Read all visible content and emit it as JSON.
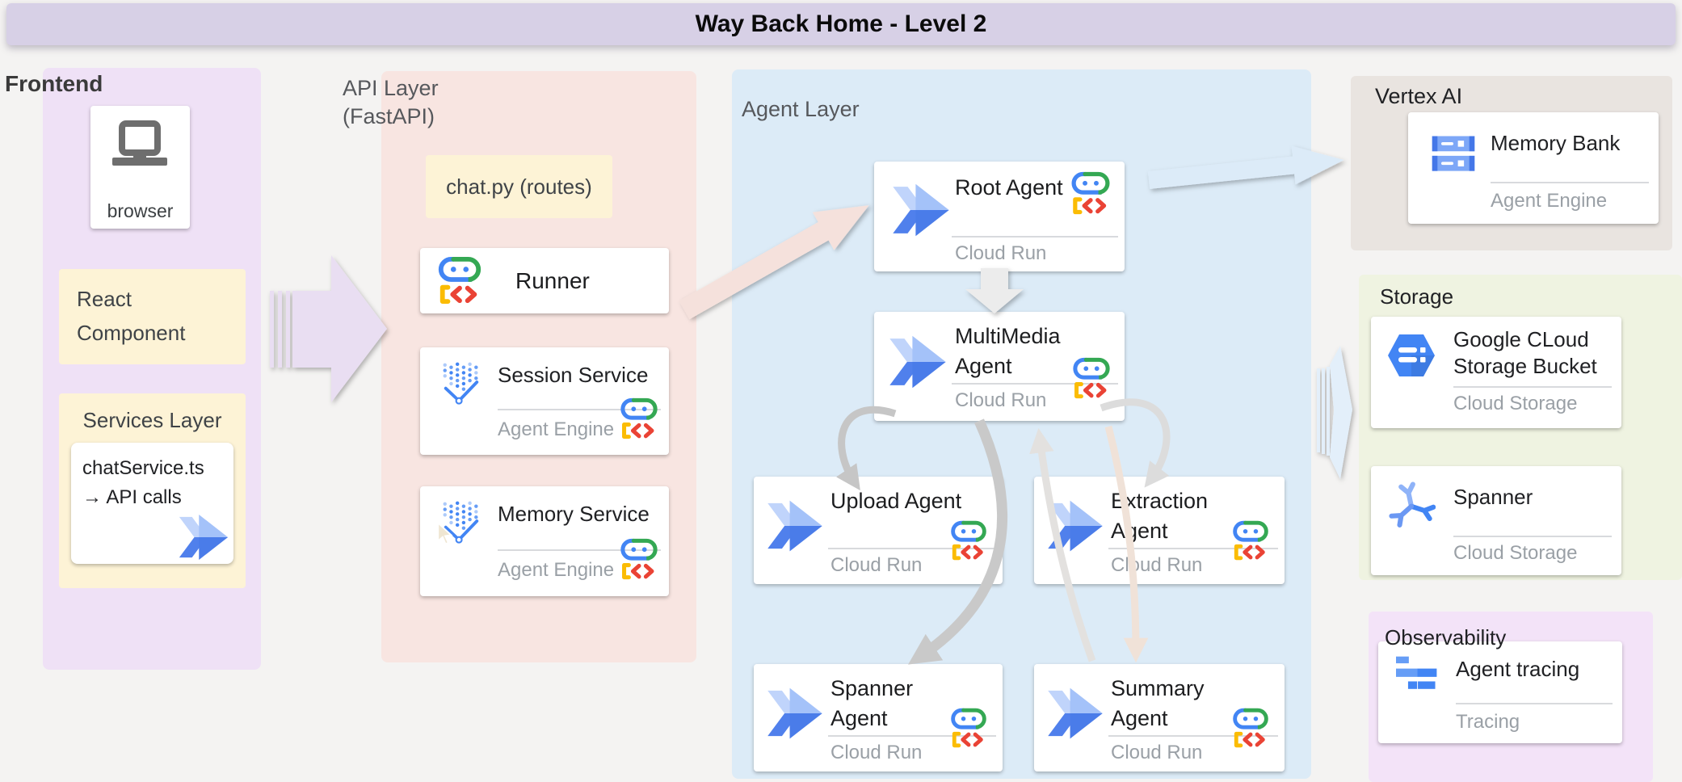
{
  "title_bar": {
    "title": "Way Back Home - Level 2"
  },
  "frontend": {
    "label": "Frontend",
    "browser": {
      "label": "browser"
    },
    "react_component": {
      "label": "React Component"
    },
    "services_layer": {
      "label": "Services Layer",
      "chat_service": {
        "label": "chatService.ts\n→ API calls"
      }
    }
  },
  "api_layer": {
    "label": "API Layer\n(FastAPI)",
    "chat_routes": {
      "label": "chat.py (routes)"
    },
    "runner": {
      "title": "Runner"
    },
    "session_service": {
      "title": "Session Service",
      "subtitle": "Agent Engine"
    },
    "memory_service": {
      "title": "Memory Service",
      "subtitle": "Agent Engine"
    }
  },
  "agent_layer": {
    "label": "Agent Layer",
    "root_agent": {
      "title": "Root Agent",
      "subtitle": "Cloud Run"
    },
    "multimedia_agent": {
      "title": "MultiMedia Agent",
      "subtitle": "Cloud Run"
    },
    "upload_agent": {
      "title": "Upload Agent",
      "subtitle": "Cloud Run"
    },
    "extraction_agent": {
      "title": "Extraction Agent",
      "subtitle": "Cloud Run"
    },
    "spanner_agent": {
      "title": "Spanner Agent",
      "subtitle": "Cloud Run"
    },
    "summary_agent": {
      "title": "Summary Agent",
      "subtitle": "Cloud Run"
    }
  },
  "vertex_ai": {
    "label": "Vertex AI",
    "memory_bank": {
      "title": "Memory Bank",
      "subtitle": "Agent Engine"
    }
  },
  "storage": {
    "label": "Storage",
    "gcs_bucket": {
      "title": "Google CLoud Storage Bucket",
      "subtitle": "Cloud Storage"
    },
    "spanner": {
      "title": "Spanner",
      "subtitle": "Cloud Storage"
    }
  },
  "observability": {
    "label": "Observability",
    "agent_tracing": {
      "title": "Agent tracing",
      "subtitle": "Tracing"
    }
  },
  "icons": {
    "laptop-icon": "gray laptop glyph",
    "adk-arrows-icon": "blue double chevron (Agent Development Kit)",
    "adk-robot-icon": "robot face capsule with [<> brackets",
    "agent-engine-icon": "blue dot funnel with check",
    "memory-bank-icon": "stacked blue server racks",
    "gcs-hexagon-icon": "blue hexagon with bars",
    "spanner-wrench-icon": "three-pronged blue spanner",
    "trace-bars-icon": "blue gantt trace bars",
    "mouse-cursor": "pointer cursor over memory service icon"
  },
  "colors": {
    "title_bar_bg": "#d7d0e6",
    "frontend_panel": "#efe1f6",
    "api_panel": "#f8e5e1",
    "agent_panel": "#dcebf7",
    "vertex_panel": "#e9e4e0",
    "storage_panel": "#eff3e1",
    "observability_panel": "#f3e3f8",
    "cream_card": "#fdf3d6",
    "google_blue": "#4285f4",
    "google_green": "#34a853",
    "google_yellow": "#fbbc04",
    "google_red": "#ea4335",
    "subtitle_gray": "#9aa0a6"
  }
}
